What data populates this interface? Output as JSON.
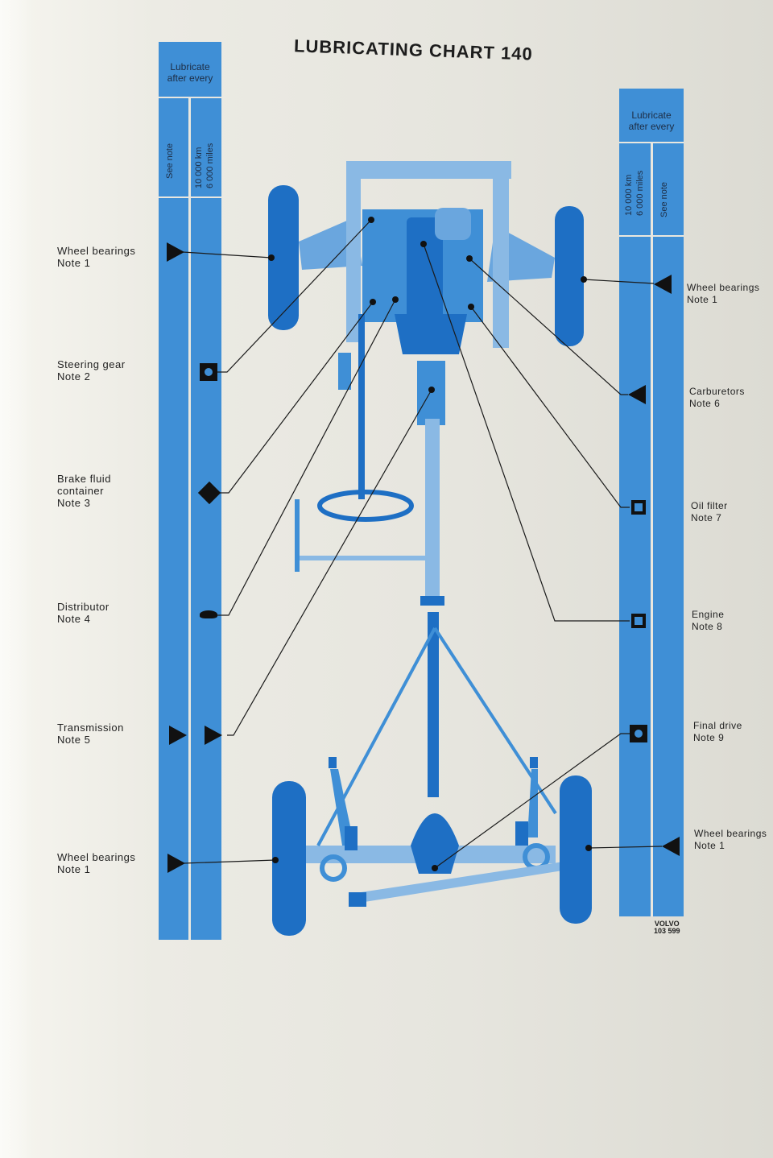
{
  "title": "LUBRICATING CHART 140",
  "left_column": {
    "header_line1": "Lubricate",
    "header_line2": "after every",
    "col_a": "See note",
    "col_b_line1": "10 000 km",
    "col_b_line2": "6 000 miles"
  },
  "right_column": {
    "header_line1": "Lubricate",
    "header_line2": "after every",
    "col_a_line1": "10 000 km",
    "col_a_line2": "6 000 miles",
    "col_b": "See note"
  },
  "left_items": [
    {
      "line1": "Wheel  bearings",
      "line2": "Note  1",
      "line3": ""
    },
    {
      "line1": "Steering  gear",
      "line2": "Note  2",
      "line3": ""
    },
    {
      "line1": "Brake  fluid",
      "line2": "container",
      "line3": "Note  3"
    },
    {
      "line1": "Distributor",
      "line2": "Note  4",
      "line3": ""
    },
    {
      "line1": "Transmission",
      "line2": "Note  5",
      "line3": ""
    },
    {
      "line1": "Wheel  bearings",
      "line2": "Note  1",
      "line3": ""
    }
  ],
  "right_items": [
    {
      "line1": "Wheel bearings",
      "line2": "Note  1"
    },
    {
      "line1": "Carburetors",
      "line2": "Note  6"
    },
    {
      "line1": "Oil  filter",
      "line2": "Note  7"
    },
    {
      "line1": "Engine",
      "line2": "Note  8"
    },
    {
      "line1": "Final  drive",
      "line2": "Note  9"
    },
    {
      "line1": "Wheel bearings",
      "line2": "Note  1"
    }
  ],
  "stamp": {
    "line1": "VOLVO",
    "line2": "103 599"
  },
  "colors": {
    "accent": "#3f8fd6",
    "dark_blue": "#1e6fc4",
    "light_blue": "#8ab9e4",
    "ink": "#111111",
    "paper": "#e9e7df"
  }
}
